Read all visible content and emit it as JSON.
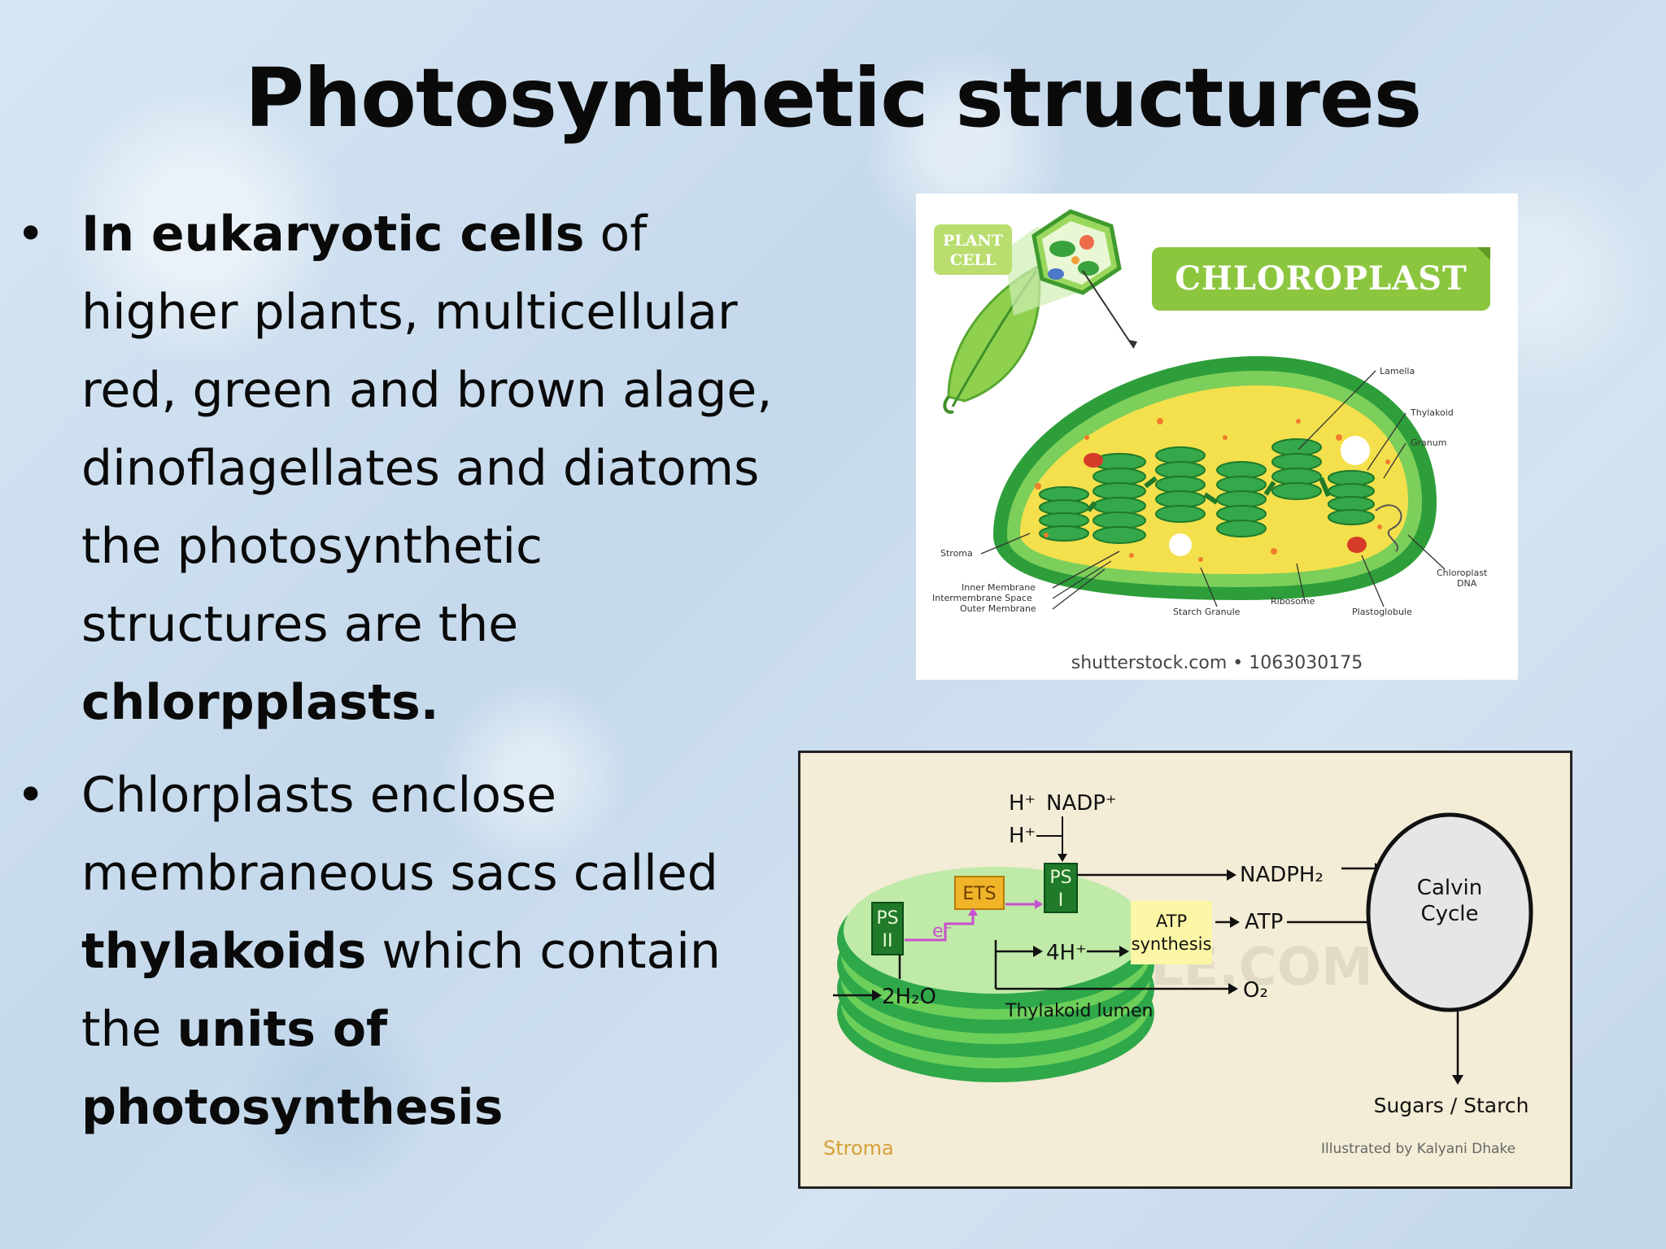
{
  "slide": {
    "title": "Photosynthetic structures",
    "bullets": [
      {
        "marker": "•",
        "parts": [
          {
            "text": "In  eukaryotic cells",
            "bold": true
          },
          {
            "text": " of higher plants, multicellular red, green and brown alage, dinoflagellates and diatoms the photosynthetic structures are the ",
            "bold": false
          },
          {
            "text": "chlorpplasts.",
            "bold": true
          }
        ]
      },
      {
        "marker": "•",
        "parts": [
          {
            "text": "Chlorplasts enclose membraneous sacs called ",
            "bold": false
          },
          {
            "text": "thylakoids",
            "bold": true
          },
          {
            "text": " which contain the ",
            "bold": false
          },
          {
            "text": "units of photosynthesis",
            "bold": true
          }
        ]
      }
    ]
  },
  "figure_chloroplast": {
    "plant_cell_label_1": "PLANT",
    "plant_cell_label_2": "CELL",
    "banner": "CHLOROPLAST",
    "labels": {
      "lamella": "Lamella",
      "thylakoid": "Thylakoid",
      "granum": "Granum",
      "stroma": "Stroma",
      "inner_membrane": "Inner Membrane",
      "intermembrane_space": "Intermembrane Space",
      "outer_membrane": "Outer Membrane",
      "starch_granule": "Starch Granule",
      "ribosome": "Ribosome",
      "plastoglobule": "Plastoglobule",
      "chloroplast_dna_1": "Chloroplast",
      "chloroplast_dna_2": "DNA"
    },
    "credit": "shutterstock.com • 1063030175",
    "colors": {
      "banner": "#8cc63f",
      "membrane": "#2e9e3a",
      "stroma": "#f4e04d"
    }
  },
  "figure_light_reaction": {
    "h_plus_top": "H⁺",
    "nadp_plus": "NADP⁺",
    "h_plus_2": "H⁺",
    "ps2_1": "PS",
    "ps2_2": "II",
    "ps1_1": "PS",
    "ps1_2": "I",
    "ets": "ETS",
    "electron": "e⁻",
    "atp_synthesis_1": "ATP",
    "atp_synthesis_2": "synthesis",
    "nadph2": "NADPH₂",
    "atp": "ATP",
    "four_h_plus": "4H⁺",
    "o2": "O₂",
    "two_h2o": "2H₂O",
    "thylakoid_lumen": "Thylakoid lumen",
    "calvin_1": "Calvin",
    "calvin_2": "Cycle",
    "sugars_starch": "Sugars / Starch",
    "stroma": "Stroma",
    "credit": "Illustrated by Kalyani Dhake",
    "watermark": "BUZZLE.COM",
    "colors": {
      "photosystem": "#1f7a2a",
      "ets": "#f0b429",
      "atp_box": "#fbf7a6",
      "disk": "#6ccf5a"
    }
  }
}
